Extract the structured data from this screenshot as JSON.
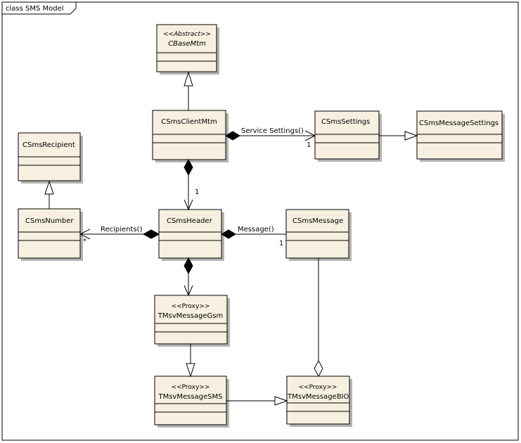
{
  "frame": {
    "title": "class SMS Model"
  },
  "classes": {
    "cbasemtm": {
      "stereotype": "<<Abstract>>",
      "name": "CBaseMtm"
    },
    "csmsclientmtm": {
      "name": "CSmsClientMtm"
    },
    "csmssettings": {
      "name": "CSmsSettings"
    },
    "csmsmessagesettings": {
      "name": "CSmsMessageSettings"
    },
    "csmsrecipient": {
      "name": "CSmsRecipient"
    },
    "csmsnumber": {
      "name": "CSmsNumber"
    },
    "csmsheader": {
      "name": "CSmsHeader"
    },
    "csmsmessage": {
      "name": "CSmsMessage"
    },
    "tmsvmessagegsm": {
      "stereotype": "<<Proxy>>",
      "name": "TMsvMessageGsm"
    },
    "tmsvmessagesms": {
      "stereotype": "<<Proxy>>",
      "name": "TMsvMessageSMS"
    },
    "tmsvmessagebio": {
      "stereotype": "<<Proxy>>",
      "name": "TMsvMessageBIO"
    }
  },
  "associations": {
    "service_settings": {
      "label": "Service Settings()",
      "multiplicity": "1"
    },
    "header_assoc": {
      "multiplicity": "1"
    },
    "recipients": {
      "label": "Recipients()",
      "multiplicity": "*"
    },
    "message": {
      "label": "Message()",
      "multiplicity": "1"
    }
  }
}
